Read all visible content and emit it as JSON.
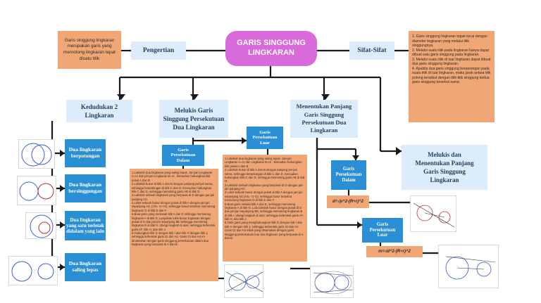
{
  "title": "GARIS SINGGUNG\nLINGKARAN",
  "definition": {
    "heading": "Pengertian",
    "text": "Garis singgung lingkaran merupakan garis yang memotong lingkaran tepat disatu titik"
  },
  "properties": {
    "heading": "Sifat-Sifat",
    "text": "1. Garis singgung lingkaran tegak lurus dengan diameter lingkaran yang melalui titik singgungnya.\n2. Melalui suatu titik pada lingkaran hanya dapat dibuat satu garis singgung pada lingkaran.\n3. Melalui suatu titik di luar lingkaran dapat dibuat dua garis singgung lingkaran.\n4. Apabila dua garis singgung berpotongan pada suatu titik di luar lingkaran, maka jarak antara titik potong tersebut dengan titik-titik singgung kedua garis singgung tersebut sama."
  },
  "position": {
    "heading": "Kedudukan 2\nLingkaran",
    "items": [
      "Dua lingkaran berpotongan",
      "Dua lingkaran bersinggungan",
      "Dua lingkaran yang satu terletak didalam yang lain",
      "Dua lingkaran saling lepas"
    ]
  },
  "draw_common": {
    "heading": "Melukis Garis\nSinggung Persekutuan\nDua Lingkaran",
    "inner_label": "Garis\nPersekutuan\nDalam",
    "outer_label": "Garis\nPersekutuan\nLuar",
    "inner_steps": "1.Lukislah dua lingkaran yang saling lepas. Jari-jari Lingkaran A=r1 dan jari-jari Lingkaran B=r2 , kemudian hubungkan titik pusat A dan B\n2.Lukislah busur di titik A dan B dengan panjang jari-jari sama, sehingga berpotongan di titik C dan D. Kemudian hubungkan titik C dan D, sehingga memotong garis AB di titik O.\n3.Lukislah sebuah lingkaran yang berpusat di O dengan jari-jari panjang AO.\n4.Lukis sebuah busur dengan pusat di titik A dengan jari-jari sepanjang AS, (AS= r1+r2), sehingga busur tersebut memotong lingkaran O di titik E dan F.\n5.Buat garis yang melewati titik A dan E sehingga memotong lingkaran A di titik G. Lanjutkan lukis busur lingkaran dengan pusat di G dan jari-jari sepanjang BE sehingga memotong lingkaran B di titik H. Ulangi langkah di atas, sehingga terbentuk garis AF, titik H, dan titik J.\n6.Hubungkan titik G dengan titik I dan titik H dengan titik J, sehingga terbentuk garis GI dan HJ. Garis GI dan HJ ini dinamakan dengan garis singgung persekutuan dalam dua lingkaran yang berpusat di A dan B.",
    "outer_steps": "1.Lukislah dua lingkaran yang saling lepas. Jari-jari Lingkaran A=r1 dan Lingkaran B=r2 , kemudian hubungkan titik pusat A dan B\n2.Lukislah busur di titik A dan B dengan panjang jari-jari sama, sehingga berpotongan di titik C dan D. Kemudian hubungkan titik C dan D, sehingga memotong garis AB di titik O.\n3.Lukislah sebuah lingkaran yang berpusat di O dengan jari-jari panjang AO.\n4.Lukis sebuah busur dengan pusat di titik A dengan jari-jari sepanjang AS (AS= r1-r2), sehingga busur tersebut memotong lingkaran O di titik E dan F.\n5.Buat garis melalui titik A dan E, sehingga memotong lingkaran A di titik G. Lalu lukislah busur dengan pusat di G dan jari-jari sepanjang BE, sehingga memotong lingkaran B di titik I. Ulangi langkah di atas, sehingga terbentuk garis AF, titik H, dan titik J.\n6.Tarik garis yang menghubungkan titik G dengan titik I dan titik H dengan titik J, sehingga terbentuk garis GI dan HJ. Garis GI dan HJ inilah yang dinamakan dengan garis singgung persekutuan luar dua lingkaran yang berpusat di A dan B."
  },
  "length": {
    "heading": "Menentukan Panjang\nGaris Singgung\nPersekutuan Dua\nLingkaran",
    "inner_label": "Garis\nPersekutuan\nDalam",
    "inner_formula": "d=√p^2-(R+r)^2",
    "outer_label": "Garis\nPersekutuan\nLuar",
    "outer_formula": "m=√d^2-(R+r)^2"
  },
  "single": {
    "heading": "Melukis dan\nMenentukan Panjang\nGaris Singgung\nLingkaran"
  }
}
